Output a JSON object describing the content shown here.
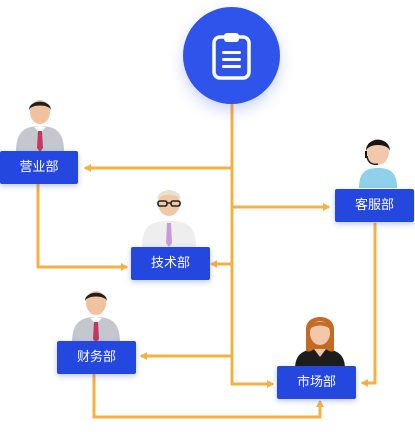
{
  "hub": {
    "icon": "clipboard-icon",
    "color": "#2f54eb"
  },
  "colors": {
    "connector": "#f6b041",
    "label_bg": "#2447e0",
    "label_text": "#ffffff"
  },
  "departments": {
    "sales": {
      "label": "营业部",
      "avatar": "man-avatar-icon"
    },
    "customer_service": {
      "label": "客服部",
      "avatar": "woman-headset-avatar-icon"
    },
    "technology": {
      "label": "技术部",
      "avatar": "man-glasses-avatar-icon"
    },
    "finance": {
      "label": "财务部",
      "avatar": "man-avatar-icon"
    },
    "marketing": {
      "label": "市场部",
      "avatar": "woman-avatar-icon"
    }
  }
}
